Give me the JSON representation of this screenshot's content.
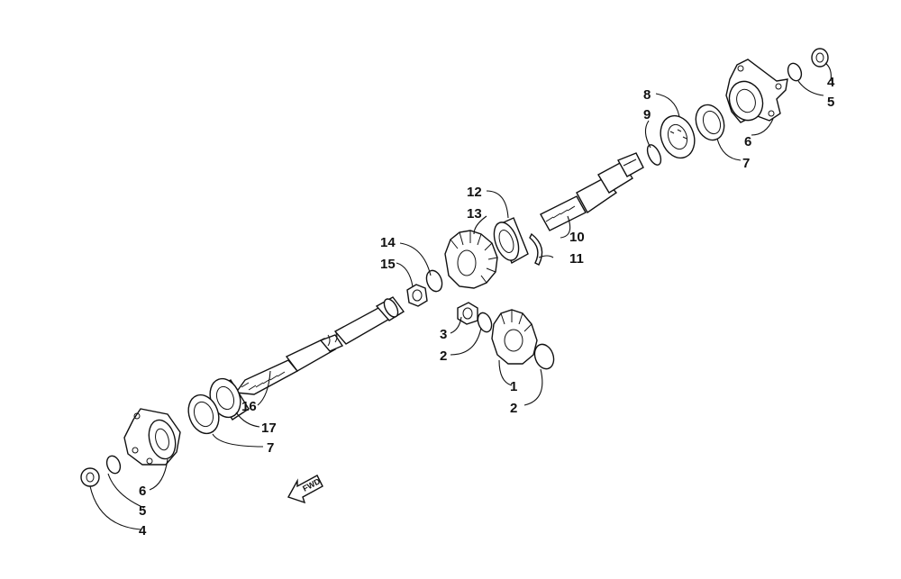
{
  "diagram": {
    "callouts": {
      "c4_top": "4",
      "c5_top": "5",
      "c6_top": "6",
      "c7_top": "7",
      "c8": "8",
      "c9": "9",
      "c10": "10",
      "c11": "11",
      "c12": "12",
      "c13": "13",
      "c14": "14",
      "c15": "15",
      "c3": "3",
      "c2_left": "2",
      "c1": "1",
      "c2_bottom": "2",
      "c16": "16",
      "c17": "17",
      "c7_bottom": "7",
      "c6_bottom": "6",
      "c5_bottom": "5",
      "c4_bottom": "4"
    },
    "fwd_label": "FWD"
  }
}
